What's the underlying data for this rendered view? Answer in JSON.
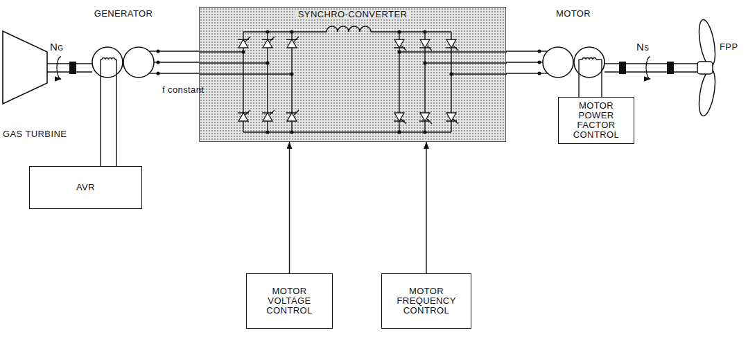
{
  "diagram": {
    "nodes": [
      {
        "text": [
          "SYNCHRO-CONVERTER"
        ]
      },
      {
        "text": [
          "GENERATOR"
        ]
      },
      {
        "text": [
          "AVR"
        ]
      },
      {
        "text": [
          "MOTOR"
        ]
      },
      {
        "text": [
          "MOTOR POWER FACTOR CONTROL"
        ]
      },
      {
        "text": [
          "MOTOR VOLTAGE CONTROL"
        ]
      },
      {
        "text": [
          "MOTOR FREQUENCY CONTROL"
        ]
      }
    ],
    "edges": [
      {
        "from": 1,
        "to": 0,
        "arrow": "none"
      },
      {
        "from": 1,
        "to": 0,
        "arrow": "none"
      },
      {
        "from": 1,
        "to": 0,
        "arrow": "none"
      },
      {
        "from": 0,
        "to": 3,
        "arrow": "none"
      },
      {
        "from": 0,
        "to": 3,
        "arrow": "none"
      },
      {
        "from": 0,
        "to": 3,
        "arrow": "none"
      },
      {
        "from": 2,
        "to": 1,
        "arrow": "none"
      },
      {
        "from": 2,
        "to": 1,
        "arrow": "none"
      },
      {
        "from": 4,
        "to": 3,
        "arrow": "none"
      },
      {
        "from": 4,
        "to": 3,
        "arrow": "none"
      },
      {
        "from": 5,
        "to": 0,
        "arrow": "to"
      },
      {
        "from": 6,
        "to": 0,
        "arrow": "to"
      }
    ],
    "labels": [
      "GAS TURBINE",
      "NG",
      "f constant",
      "NS",
      "FPP"
    ]
  }
}
